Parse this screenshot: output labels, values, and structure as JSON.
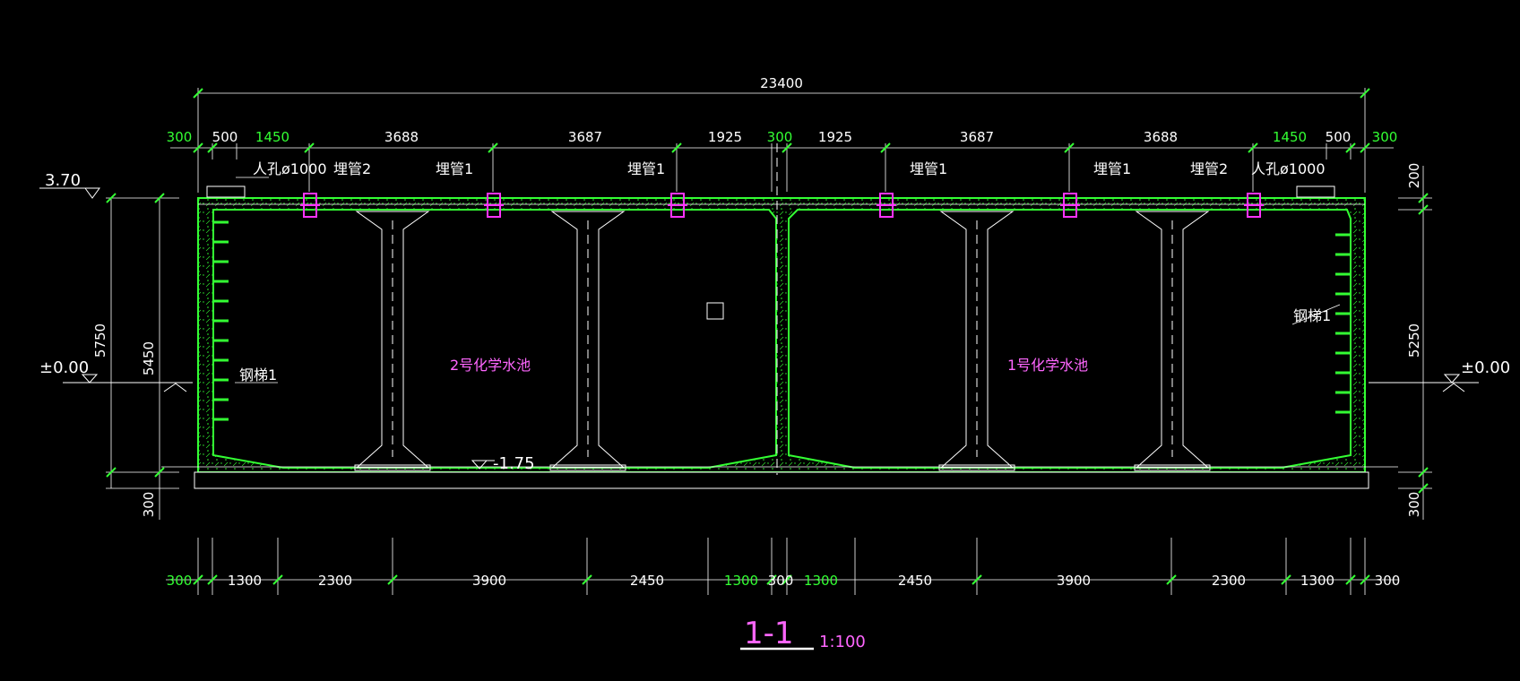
{
  "drawing": {
    "overall_dim": "23400",
    "top_dims": [
      "300",
      "500",
      "1450",
      "3688",
      "3687",
      "1925",
      "300",
      "1925",
      "3687",
      "3688",
      "1450",
      "500",
      "300"
    ],
    "bottom_dims": [
      "300",
      "1300",
      "2300",
      "3900",
      "2450",
      "1300",
      "300",
      "1300",
      "2450",
      "3900",
      "2300",
      "1300",
      "300"
    ],
    "left_dims": {
      "total": "5750",
      "inner": "5450",
      "bottom": "300"
    },
    "right_dims": {
      "top": "200",
      "inner": "5250",
      "bottom": "300"
    },
    "elevations": {
      "top": "3.70",
      "ground_left": "±0.00",
      "ground_right": "±0.00",
      "pool_floor": "-1.75"
    },
    "labels": {
      "manhole_left": "人孔ø1000",
      "manhole_right": "人孔ø1000",
      "pipe_2": "埋管2",
      "pipe_1": "埋管1",
      "ladder": "钢梯1",
      "pool_left": "2号化学水池",
      "pool_right": "1号化学水池"
    },
    "title": {
      "section": "1-1",
      "scale": "1:100"
    }
  },
  "colors": {
    "background": "#000000",
    "structure": "#33ff33",
    "dim_text": "#ffffff",
    "dim_green": "#33ff33",
    "annotation": "#ff66ff"
  }
}
